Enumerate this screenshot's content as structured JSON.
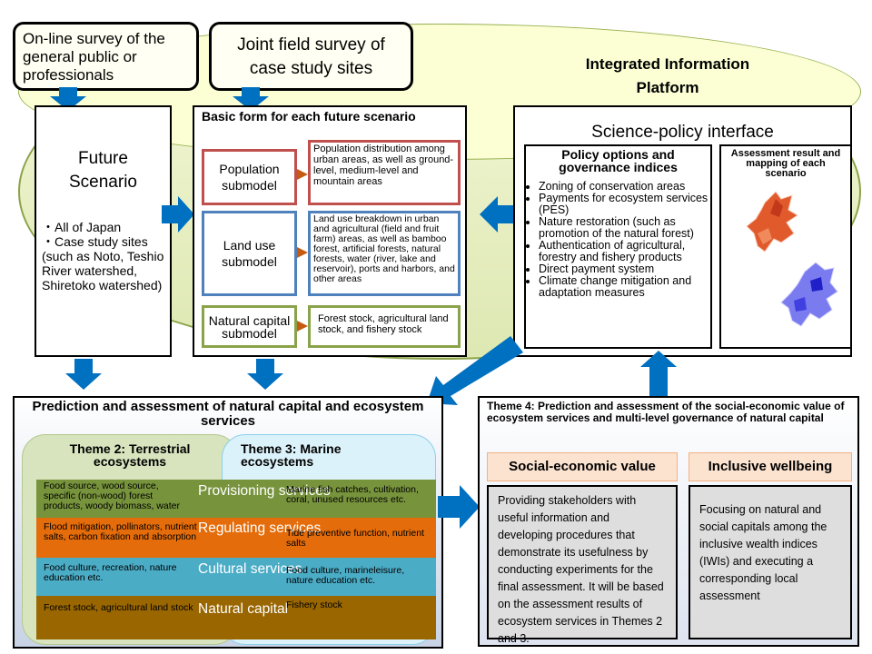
{
  "survey": {
    "online": "On-line survey of the general public or professionals",
    "field": "Joint field survey of case study sites"
  },
  "platform": {
    "title": "Integrated Information Platform"
  },
  "future": {
    "title": "Future Scenario",
    "bullets": [
      "・All of Japan",
      "・Case study sites (such as Noto, Teshio River watershed, Shiretoko watershed)"
    ]
  },
  "basic": {
    "title": "Basic form for each future scenario",
    "submodels": [
      {
        "name": "Population submodel",
        "desc": "Population distribution among urban areas, as well as ground-level, medium-level and mountain areas"
      },
      {
        "name": "Land use submodel",
        "desc": "Land use breakdown in urban and agricultural (field and fruit farm) areas, as well as bamboo forest, artificial forests, natural forests, water (river, lake and reservoir), ports and harbors, and other areas"
      },
      {
        "name": "Natural capital submodel",
        "desc": "Forest stock, agricultural land stock, and fishery stock"
      }
    ]
  },
  "science": {
    "title": "Science-policy interface",
    "policy_title": "Policy options and governance indices",
    "policy_items": [
      "Zoning of conservation areas",
      "Payments for ecosystem services (PES)",
      "Nature restoration (such as promotion  of the natural forest)",
      "Authentication of agricultural, forestry and fishery products",
      "Direct payment system",
      "Climate change mitigation and adaptation measures"
    ],
    "assessment_title": "Assessment result and mapping of each scenario"
  },
  "prediction": {
    "title": "Prediction and assessment of natural capital and ecosystem services",
    "theme2": "Theme 2: Terrestrial ecosystems",
    "theme3": "Theme 3: Marine ecosystems",
    "rows": [
      {
        "left": "Food source, wood source, specific (non-wood) forest products, woody biomass, water",
        "mid": "Provisioning services",
        "right": "Marine fish catches, cultivation, coral, unused resources etc."
      },
      {
        "left": "Flood mitigation, pollinators, nutrient salts, carbon fixation and absorption",
        "mid": "Regulating services",
        "right": "Tide preventive function, nutrient salts"
      },
      {
        "left": "Food culture, recreation, nature education etc.",
        "mid": "Cultural services",
        "right": "Food culture, marineleisure, nature education etc."
      },
      {
        "left": "Forest stock, agricultural land stock",
        "mid": "Natural capital",
        "right": "Fishery stock"
      }
    ]
  },
  "theme4": {
    "title": "Theme 4: Prediction and assessment of the social-economic value of ecosystem services and multi-level governance of natural capital",
    "socio_title": "Social-economic value",
    "socio_text": "Providing stakeholders with useful information and developing procedures that demonstrate its usefulness by conducting experiments for the final assessment. It will be based on the assessment results of ecosystem services in Themes 2 and 3.",
    "wellbeing_title": "Inclusive wellbeing",
    "wellbeing_text": "Focusing on natural and social capitals among the inclusive wealth indices (IWIs) and executing a corresponding local assessment"
  },
  "colors": {
    "population": "#c0504d",
    "landuse": "#4f81bd",
    "natural": "#8aa34a",
    "provisioning": "#77933c",
    "regulating": "#e46c0a",
    "cultural": "#4bacc6",
    "capital": "#996600",
    "arrow": "#0070c0"
  }
}
